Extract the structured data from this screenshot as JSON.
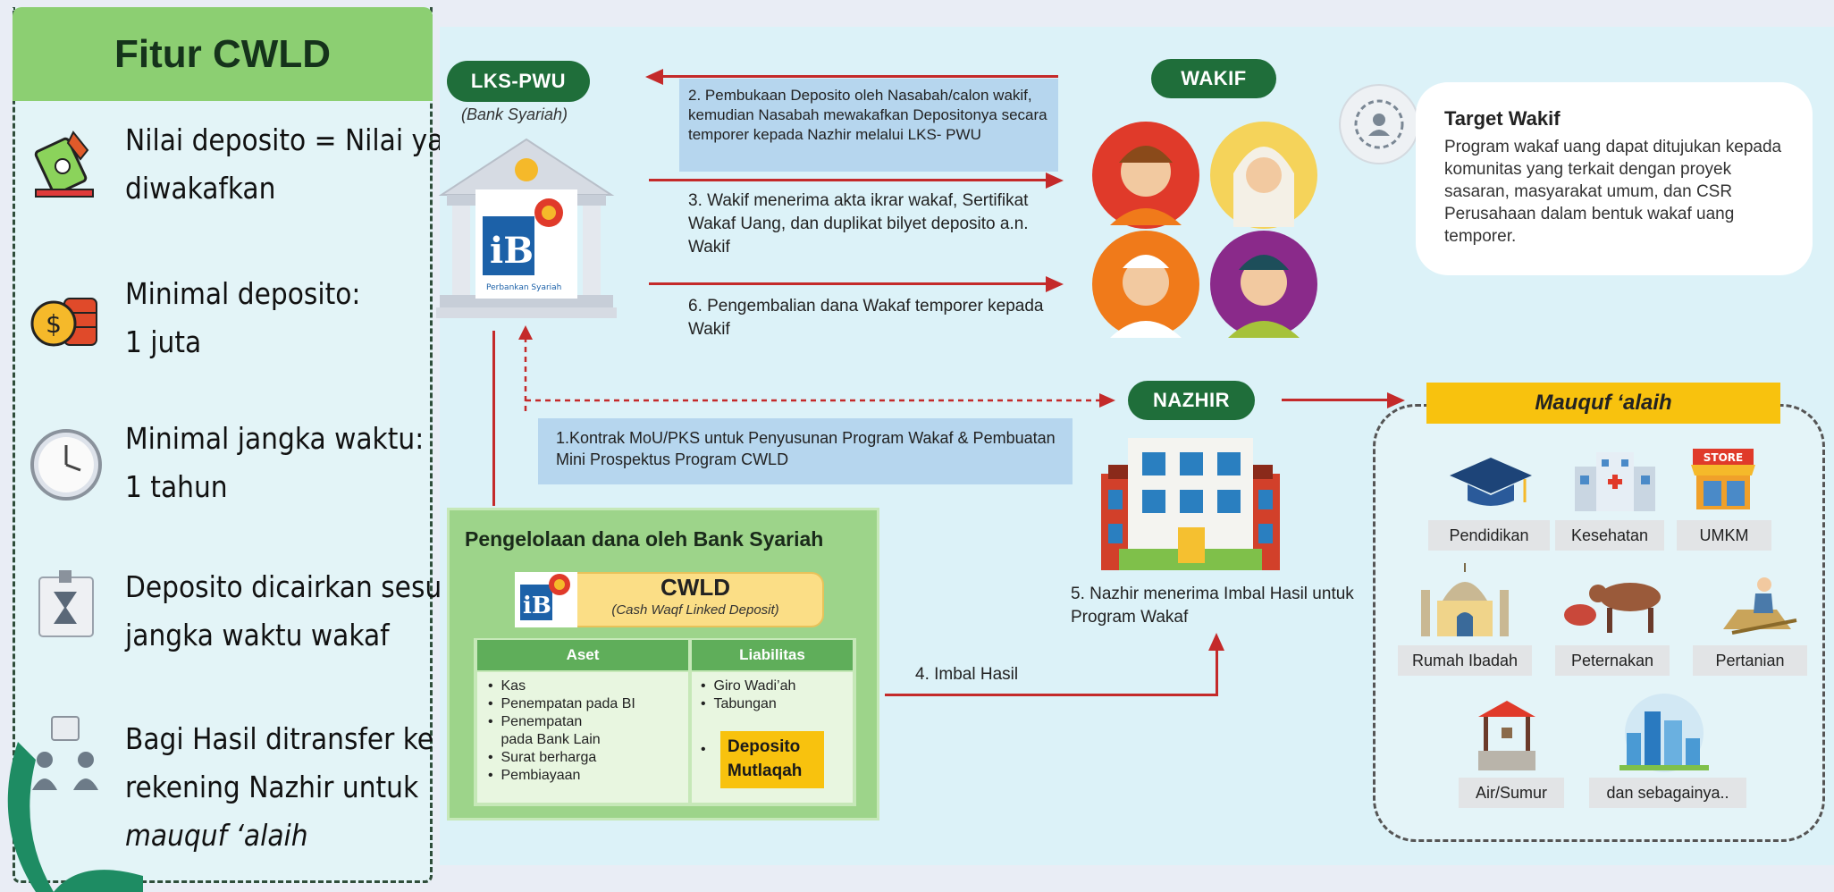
{
  "left_panel": {
    "title": "Fitur CWLD",
    "features": [
      {
        "icon": "hand-money-icon",
        "lines": [
          "Nilai deposito = Nilai yang",
          "diwakafkan"
        ]
      },
      {
        "icon": "coin-stack-icon",
        "lines": [
          "Minimal deposito:",
          "1 juta"
        ]
      },
      {
        "icon": "clock-icon",
        "lines": [
          "Minimal jangka waktu:",
          "1 tahun"
        ]
      },
      {
        "icon": "hourglass-card-icon",
        "lines": [
          "Deposito dicairkan sesuai",
          "jangka waktu wakaf"
        ]
      },
      {
        "icon": "people-transfer-icon",
        "lines": [
          "Bagi Hasil ditransfer ke",
          "rekening Nazhir untuk",
          "mauquf ‘alaih"
        ]
      }
    ]
  },
  "lks": {
    "label": "LKS-PWU",
    "sublabel": "(Bank Syariah)",
    "logo_text": "iB",
    "logo_caption": "Perbankan Syariah"
  },
  "wakif": {
    "label": "WAKIF"
  },
  "nazhir": {
    "label": "NAZHIR"
  },
  "steps": {
    "s2": "2.  Pembukaan Deposito oleh Nasabah/calon wakif,  kemudian Nasabah mewakafkan Depositonya secara temporer kepada Nazhir melalui LKS- PWU",
    "s3": "3. Wakif menerima akta ikrar wakaf, Sertifikat Wakaf Uang, dan duplikat bilyet deposito a.n. Wakif",
    "s6": "6. Pengembalian dana Wakaf temporer kepada Wakif",
    "s1": "1.Kontrak MoU/PKS untuk Penyusunan Program Wakaf & Pembuatan Mini Prospektus Program CWLD",
    "s4": "4. Imbal Hasil",
    "s5": "5. Nazhir menerima Imbal Hasil untuk Program Wakaf"
  },
  "target": {
    "title": "Target Wakif",
    "body": "Program wakaf uang dapat ditujukan kepada komunitas yang terkait dengan proyek sasaran, masyarakat umum, dan CSR Perusahaan dalam bentuk wakaf uang temporer."
  },
  "bank": {
    "title": "Pengelolaan dana oleh Bank Syariah",
    "cwld_title": "CWLD",
    "cwld_sub": "(Cash Waqf Linked Deposit)",
    "logo_text": "iB",
    "col_aset": "Aset",
    "col_liab": "Liabilitas",
    "aset_items": [
      "Kas",
      "Penempatan pada BI",
      "Penempatan pada Bank Lain",
      "Surat berharga",
      "Pembiayaan"
    ],
    "liab_items": [
      "Giro Wadi’ah",
      "Tabungan"
    ],
    "highlight": "Deposito Mutlaqah"
  },
  "mauquf": {
    "title": "Mauquf ‘alaih",
    "categories": [
      "Pendidikan",
      "Kesehatan",
      "UMKM",
      "Rumah Ibadah",
      "Peternakan",
      "Pertanian",
      "Air/Sumur",
      "dan sebagainya.."
    ],
    "store_sign": "STORE"
  },
  "colors": {
    "green_pill": "#1f6e3a",
    "header_green": "#8ccf72",
    "arrow_red": "#c42a2a",
    "highlight_yellow": "#f8c20e",
    "step_box_blue": "#b6d6ee"
  }
}
